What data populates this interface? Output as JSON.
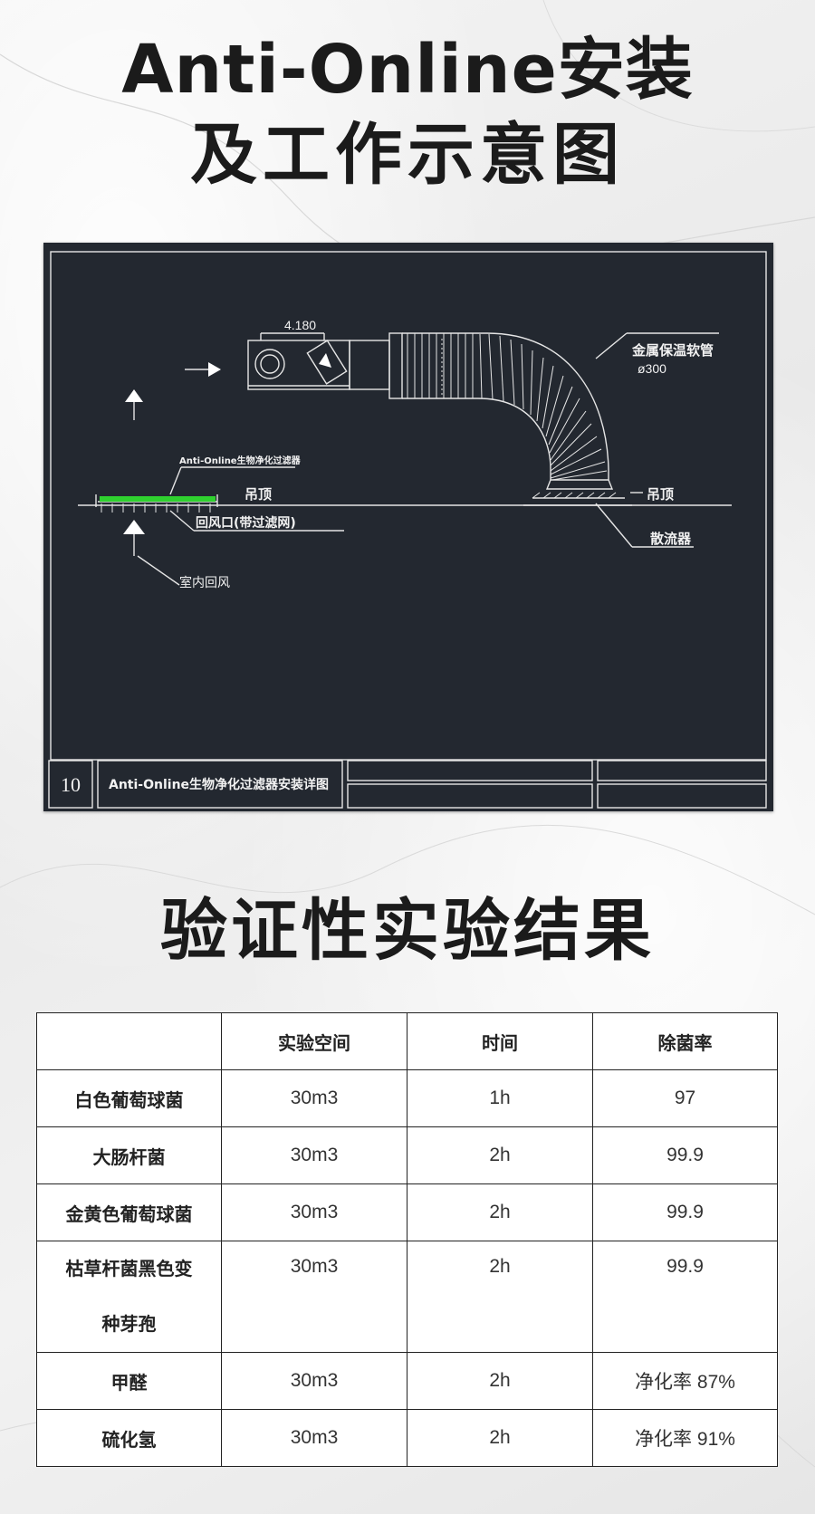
{
  "title": {
    "line1": "Anti-Online安装",
    "line2": "及工作示意图"
  },
  "diagram": {
    "dimension_label": "4.180",
    "hose_label": "金属保温软管",
    "hose_diameter": "ø300",
    "filter_label": "Anti-Online生物净化过滤器",
    "ceiling_left": "吊顶",
    "ceiling_right": "吊顶",
    "return_vent": "回风口(带过滤网)",
    "diffuser": "散流器",
    "indoor_return": "室内回风",
    "sheet_number": "10",
    "sheet_title": "Anti-Online生物净化过滤器安装详图",
    "colors": {
      "background": "#232830",
      "lines": "#e6e6e6",
      "filter": "#2fd12f"
    }
  },
  "results_title": "验证性实验结果",
  "table": {
    "headers": [
      "",
      "实验空间",
      "时间",
      "除菌率"
    ],
    "rows": [
      {
        "name": "白色葡萄球菌",
        "space": "30m3",
        "time": "1h",
        "rate": "97"
      },
      {
        "name": "大肠杆菌",
        "space": "30m3",
        "time": "2h",
        "rate": "99.9"
      },
      {
        "name": "金黄色葡萄球菌",
        "space": "30m3",
        "time": "2h",
        "rate": "99.9"
      },
      {
        "name_line1": "枯草杆菌黑色变",
        "name_line2": "种芽孢",
        "space": "30m3",
        "time": "2h",
        "rate": "99.9"
      },
      {
        "name": "甲醛",
        "space": "30m3",
        "time": "2h",
        "rate": "净化率 87%"
      },
      {
        "name": "硫化氢",
        "space": "30m3",
        "time": "2h",
        "rate": "净化率 91%"
      }
    ]
  }
}
